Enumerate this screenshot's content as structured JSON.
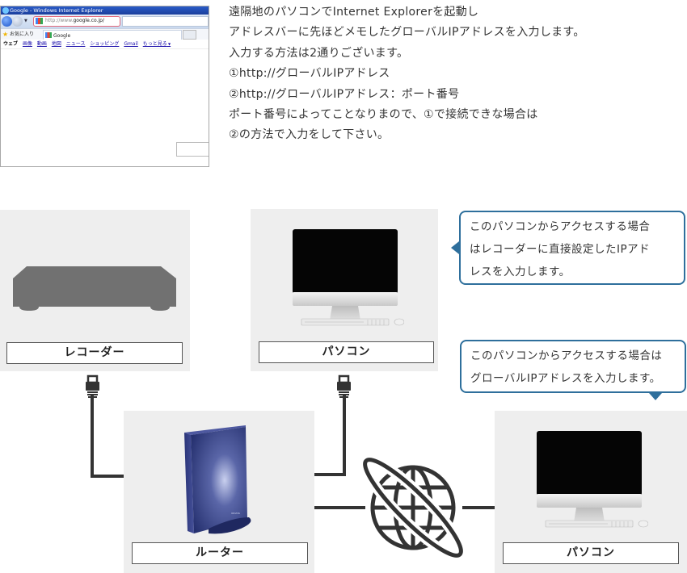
{
  "browser_screenshot": {
    "window_title": "Google - Windows Internet Explorer",
    "address_prefix": "http://www.",
    "address_domain": "google.co.jp/",
    "favorites_label": "お気に入り",
    "tab_label": "Google",
    "links": [
      "ウェブ",
      "画像",
      "動画",
      "地図",
      "ニュース",
      "ショッピング",
      "Gmail",
      "もっと見る"
    ]
  },
  "intro": {
    "lines": [
      "遠隔地のパソコンでInternet Explorerを起動し",
      "アドレスバーに先ほどメモしたグローバルIPアドレスを入力します。",
      "入力する方法は2通りございます。",
      "①http://グローバルIPアドレス",
      "②http://グローバルIPアドレス：ポート番号",
      "ポート番号によってことなりまので、①で接続できな場合は",
      "②の方法で入力をして下さい。"
    ]
  },
  "devices": {
    "recorder": {
      "label": "レコーダー"
    },
    "pc_local": {
      "label": "パソコン"
    },
    "router": {
      "label": "ルーター"
    },
    "pc_remote": {
      "label": "パソコン"
    }
  },
  "bubbles": {
    "local": {
      "lines": [
        "このパソコンからアクセスする場合",
        "はレコーダーに直接設定したIPアド",
        "レスを入力します。"
      ]
    },
    "remote": {
      "lines": [
        "このパソコンからアクセスする場合は",
        "グローバルIPアドレスを入力します。"
      ]
    }
  },
  "colors": {
    "panel_bg": "#eeeeee",
    "bubble_border": "#2e6f9c",
    "cable": "#333333",
    "address_highlight": "#e3697a",
    "router_blue": "#2d3a82"
  }
}
